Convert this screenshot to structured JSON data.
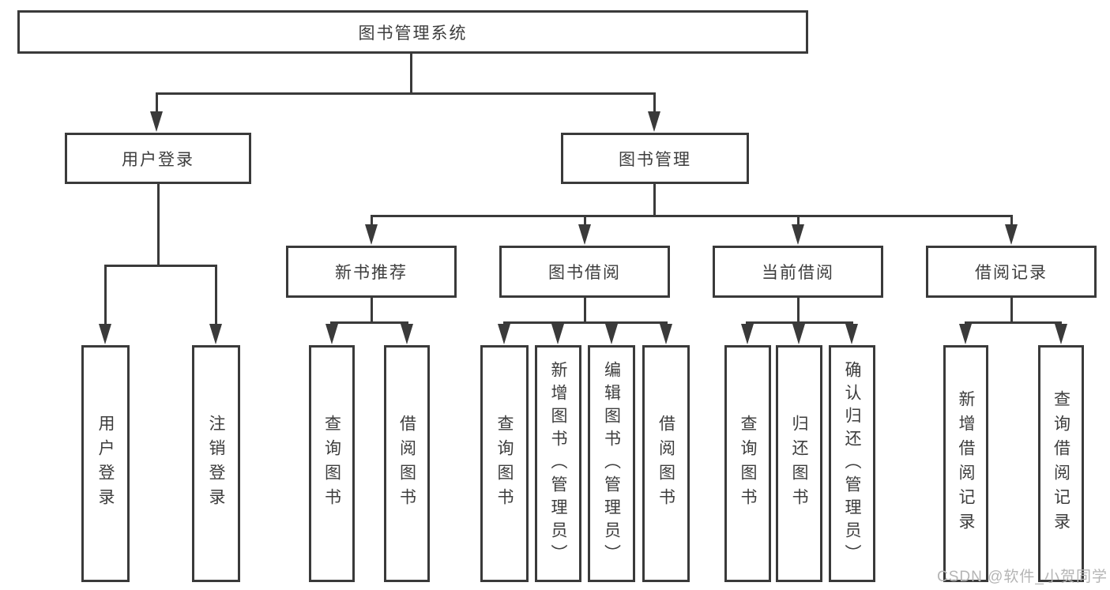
{
  "diagram": {
    "root": "图书管理系统",
    "level2": {
      "user_login": "用户登录",
      "book_mgmt": "图书管理"
    },
    "level3": {
      "new_books": "新书推荐",
      "book_borrow": "图书借阅",
      "current_borrow": "当前借阅",
      "borrow_records": "借阅记录"
    },
    "leaves": {
      "user_login": "用户登录",
      "logout": "注销登录",
      "nb_query": "查询图书",
      "nb_borrow": "借阅图书",
      "bw_query": "查询图书",
      "bw_add": "新增图书（管理员）",
      "bw_edit": "编辑图书（管理员）",
      "bw_borrow": "借阅图书",
      "cur_query": "查询图书",
      "cur_return": "归还图书",
      "cur_confirm": "确认归还（管理员）",
      "rec_add": "新增借阅记录",
      "rec_query": "查询借阅记录"
    }
  },
  "watermark": "CSDN @软件_小贺同学",
  "colors": {
    "line": "#3a3a3a",
    "text": "#3d3d3d",
    "watermark": "#b5b5b5",
    "background": "#ffffff"
  }
}
